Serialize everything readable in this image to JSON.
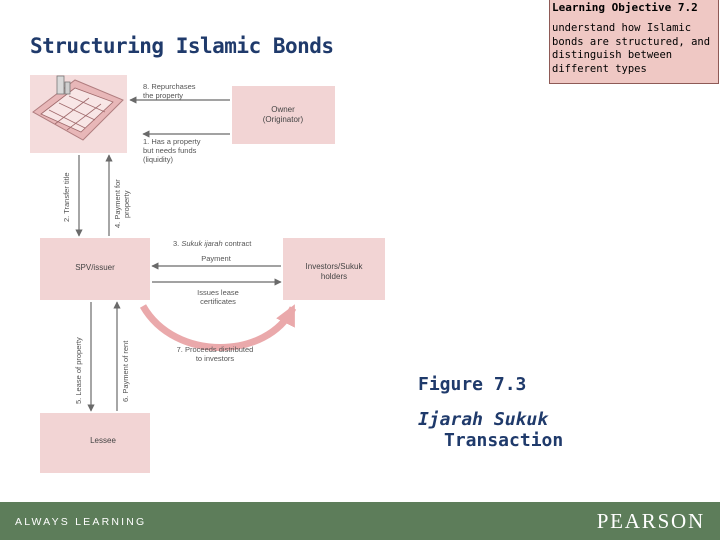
{
  "slide": {
    "title": "Structuring Islamic Bonds",
    "objective_heading": "Learning Objective 7.2",
    "objective_lines": [
      "understand how Islamic",
      "bonds are structured, and",
      "distinguish between",
      "different types"
    ],
    "caption_line1": "Figure 7.3",
    "caption_line2": "Ijarah Sukuk",
    "caption_line3": "Transaction"
  },
  "diagram": {
    "boxes": {
      "owner": [
        "Owner",
        "(Originator)"
      ],
      "spv": "SPV/issuer",
      "investors": [
        "Investors/Sukuk",
        "holders"
      ],
      "lessee": "Lessee"
    },
    "steps": {
      "s8": [
        "8. Repurchases",
        "the property"
      ],
      "s1": [
        "1. Has a property",
        "but needs funds",
        "(liquidity)"
      ],
      "s2": "2. Transfer title",
      "s4": [
        "4. Payment for",
        "property"
      ],
      "s3_prefix": "3. ",
      "s3_italic": "Sukuk ijarah",
      "s3_suffix": " contract",
      "payment": "Payment",
      "issues": [
        "Issues lease",
        "certificates"
      ],
      "s7": [
        "7. Proceeds distributed",
        "to investors"
      ],
      "s5": "5. Lease of property",
      "s6": "6. Payment of rent"
    }
  },
  "colors": {
    "box_fill": "#f2d4d4",
    "arrow": "#6a6a6a",
    "curve": "#eaa9ab",
    "title": "#1f3a6b",
    "footer": "#5d7d5a"
  },
  "footer": {
    "left": "ALWAYS LEARNING",
    "right": "PEARSON"
  }
}
